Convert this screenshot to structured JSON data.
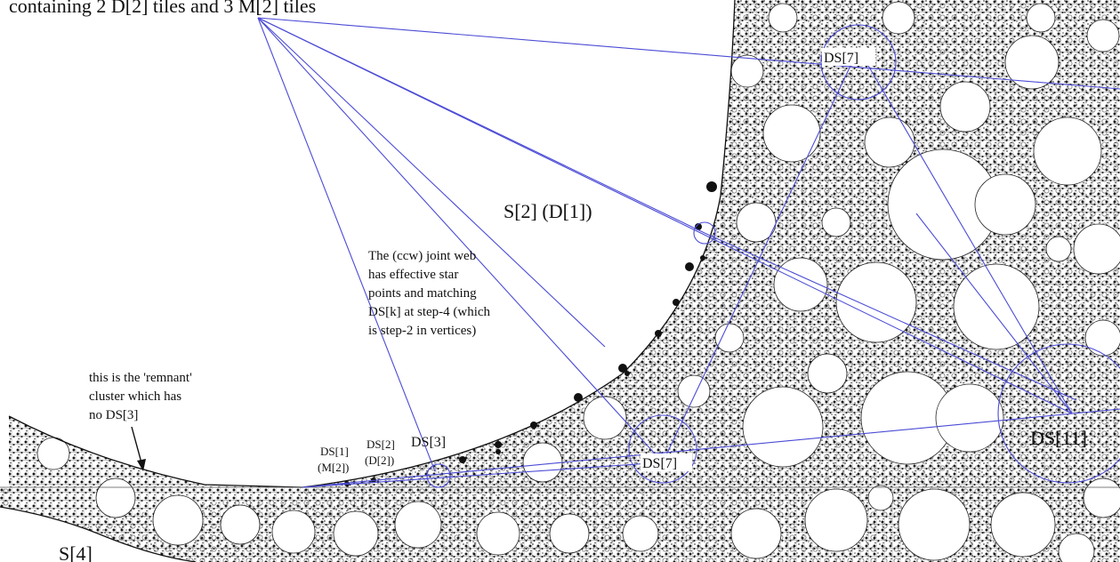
{
  "caption": "containing 2 D[2] tiles and 3 M[2] tiles",
  "regions": {
    "s2": "S[2] (D[1])",
    "s4": "S[4]"
  },
  "notes": {
    "web": [
      "The (ccw) joint web",
      "has effective star",
      "points and matching",
      "DS[k] at step-4 (which",
      "is step-2 in vertices)"
    ],
    "remnant": [
      "this is the 'remnant'",
      "cluster which has",
      "no DS[3]"
    ]
  },
  "tiles": {
    "ds7_top": "DS[7]",
    "ds7_bottom": "DS[7]",
    "ds11": "DS[11]",
    "ds1": "DS[1]",
    "m2": "(M[2])",
    "ds2": "DS[2]",
    "d2": "(D[2])",
    "ds3": "DS[3]"
  },
  "colors": {
    "web_lines": "#4b4bd6",
    "fractal_ink": "#1a1a1a",
    "background": "#ffffff"
  }
}
